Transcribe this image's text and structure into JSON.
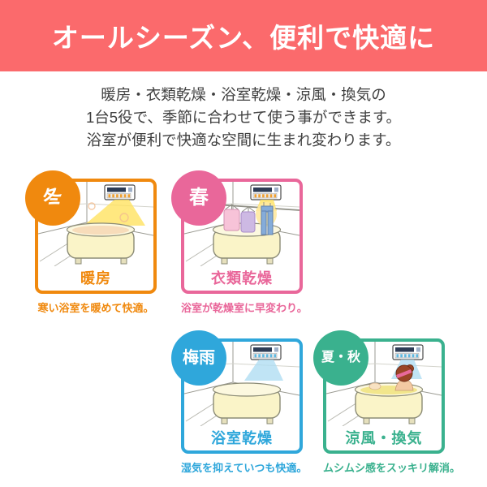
{
  "banner": {
    "title": "オールシーズン、便利で快適に",
    "bg_color": "#FB6A6C",
    "text_color": "#FFFFFF"
  },
  "intro": {
    "lines": [
      "暖房・衣類乾燥・浴室乾燥・涼風・換気の",
      "1台5役で、季節に合わせて使う事ができます。",
      "浴室が便利で快適な空間に生まれ変わります。"
    ]
  },
  "cards": [
    {
      "season": "冬",
      "label": "暖房",
      "caption": "寒い浴室を暖めて快適。",
      "color": "#F0890E",
      "scene": {
        "type": "heating",
        "window_color": "#6FA3D8",
        "cone_color": "#FFE15C",
        "vent_color": "#F0A030",
        "water_color": "#F7DCBA"
      }
    },
    {
      "season": "春",
      "label": "衣類乾燥",
      "caption": "浴室が乾燥室に早変わり。",
      "color": "#E9679A",
      "scene": {
        "type": "clothes",
        "window_color": "#F3B9D2",
        "cone_color": "#FFE15C",
        "vent_color": "#F0A030",
        "water_color": ""
      }
    },
    {
      "season": "梅雨",
      "label": "浴室乾燥",
      "caption": "湿気を抑えていつも快適。",
      "color": "#2FA7DB",
      "scene": {
        "type": "drying",
        "window_color": "#79B7E3",
        "cone_color": "#AEDCF2",
        "vent_color": "#5FB8E0",
        "water_color": ""
      }
    },
    {
      "season": "夏・秋",
      "label": "涼風・換気",
      "caption": "ムシムシ感をスッキリ解消。",
      "color": "#3AB18E",
      "scene": {
        "type": "bathing",
        "window_color": "#EFE08C",
        "cone_color": "#AEDCF2",
        "vent_color": "#5FB8E0",
        "water_color": "#F2E68C"
      }
    }
  ]
}
